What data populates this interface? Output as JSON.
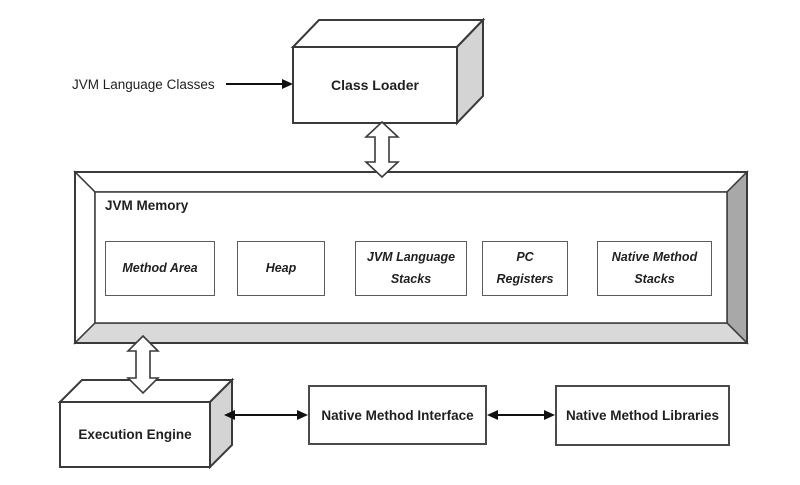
{
  "colors": {
    "background": "#ffffff",
    "line": "#3a3a3a",
    "arrow": "#111111",
    "box_side_shade": "#d4d4d4",
    "frame_right_shade": "#a8a8a8",
    "frame_bottom_shade": "#d9d9d9",
    "text": "#1f1f1f"
  },
  "nodes": {
    "jvm_language_classes": "JVM Language Classes",
    "class_loader": "Class Loader",
    "jvm_memory": "JVM Memory",
    "memory_areas": [
      "Method Area",
      "Heap",
      "JVM Language Stacks",
      "PC Registers",
      "Native Method Stacks"
    ],
    "execution_engine": "Execution Engine",
    "native_method_interface": "Native Method Interface",
    "native_method_libraries": "Native Method Libraries"
  },
  "connections": [
    {
      "from": "JVM Language Classes",
      "to": "Class Loader",
      "type": "single-arrow"
    },
    {
      "from": "Class Loader",
      "to": "JVM Memory",
      "type": "hollow-double-arrow"
    },
    {
      "from": "JVM Memory",
      "to": "Execution Engine",
      "type": "hollow-double-arrow"
    },
    {
      "from": "Execution Engine",
      "to": "Native Method Interface",
      "type": "double-arrow"
    },
    {
      "from": "Native Method Interface",
      "to": "Native Method Libraries",
      "type": "double-arrow"
    }
  ]
}
